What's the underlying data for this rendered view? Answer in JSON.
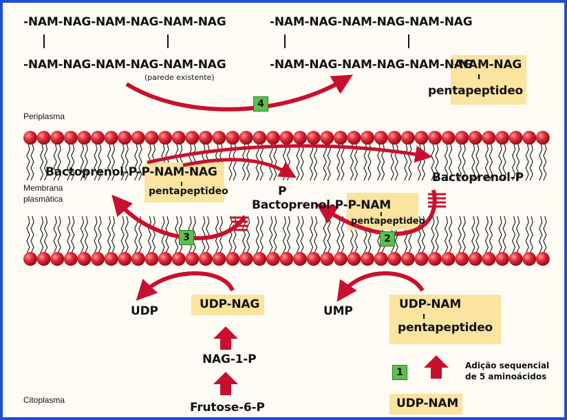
{
  "cell_wall": {
    "left_top_chain": "-NAM-NAG-NAM-NAG-NAM-NAG",
    "left_bottom_chain": "-NAM-NAG-NAM-NAG-NAM-NAG",
    "existing_wall_label": "(parede existente)",
    "right_top_chain": "-NAM-NAG-NAM-NAG-NAM-NAG",
    "right_bottom_chain_main": "-NAM-NAG-NAM-NAG-NAM-NAG",
    "right_bottom_chain_new": "-NAM-NAG",
    "right_pentapeptide": "pentapeptideo"
  },
  "regions": {
    "periplasm": "Periplasma",
    "membrane_line1": "Membrana",
    "membrane_line2": "plasmática",
    "cytoplasm": "Citoplasma"
  },
  "membrane": {
    "bactoprenol_ppnamnag": "Bactoprenol-P-P-NAM-NAG",
    "pentapeptide_left": "pentapeptideo",
    "p_label": "P",
    "bactoprenol_ppnam": "Bactoprenol-P-P-NAM",
    "pentapeptide_mid": "pentapeptideo",
    "bactoprenol_p": "Bactoprenol-P"
  },
  "cytoplasm": {
    "udp": "UDP",
    "udp_nag": "UDP-NAG",
    "nag_1_p": "NAG-1-P",
    "frutose_6_p": "Frutose-6-P",
    "ump": "UMP",
    "udp_nam_top": "UDP-NAM",
    "pentapeptide_cyto": "pentapeptideo",
    "addition_line1": "Adição sequencial",
    "addition_line2": "de 5 aminoácidos",
    "udp_nam_bottom": "UDP-NAM"
  },
  "steps": {
    "step1": "1",
    "step2": "2",
    "step3": "3",
    "step4": "4"
  },
  "colors": {
    "arrow": "#c8102e",
    "lipid_head": "#d4202f",
    "label_box": "#fbe3a0",
    "step_box": "#5cc04c",
    "frame": "#1a4fd6"
  }
}
